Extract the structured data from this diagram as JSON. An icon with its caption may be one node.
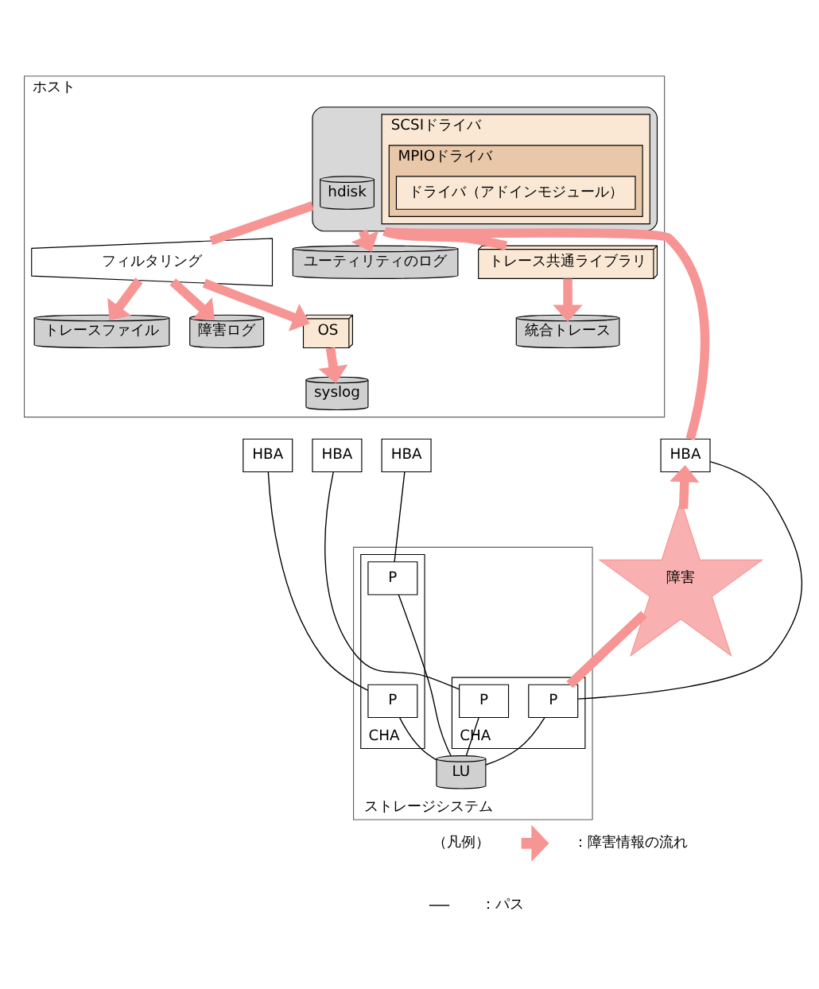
{
  "diagram": {
    "nodes": [
      {
        "text": [
          "ホスト"
        ]
      },
      {
        "text": [
          "ユーティリティのログ"
        ],
        "in": 0
      },
      {
        "text": [
          "トレース共通ライブラリ"
        ],
        "in": 0
      },
      {
        "text": [
          "統合トレース"
        ],
        "in": 0
      },
      {
        "text": [],
        "shape": "box",
        "in": 0
      },
      {
        "text": [
          "hdisk"
        ],
        "in": 4
      },
      {
        "text": [
          "SCSIドライバ"
        ],
        "in": 4
      },
      {
        "text": [
          "MPIOドライバ"
        ],
        "in": 6
      },
      {
        "text": [
          "ドライバ（アドインモジュール）"
        ],
        "in": 7
      },
      {
        "text": [
          "フィルタリング"
        ],
        "in": 0
      },
      {
        "text": [
          "トレースファイル"
        ],
        "in": 0
      },
      {
        "text": [
          "障害ログ"
        ],
        "in": 0
      },
      {
        "text": [
          "OS"
        ],
        "in": 0
      },
      {
        "text": [
          "syslog"
        ],
        "in": 0
      },
      {
        "text": [
          "HBA"
        ]
      },
      {
        "text": [
          "HBA"
        ]
      },
      {
        "text": [
          "HBA"
        ]
      },
      {
        "text": [
          "HBA"
        ]
      },
      {
        "text": [
          "ストレージシステム"
        ]
      },
      {
        "text": [
          "CHA"
        ],
        "in": 18
      },
      {
        "text": [
          "P"
        ],
        "in": 19
      },
      {
        "text": [
          "P"
        ],
        "in": 19
      },
      {
        "text": [
          "CHA"
        ],
        "in": 18
      },
      {
        "text": [
          "P"
        ],
        "in": 22
      },
      {
        "text": [
          "P"
        ],
        "in": 22
      },
      {
        "text": [
          "LU"
        ],
        "in": 18
      },
      {
        "text": [
          "障害"
        ]
      }
    ],
    "edges": [
      {
        "from": 4,
        "to": 1,
        "arrow": "to"
      },
      {
        "from": 4,
        "to": 2,
        "arrow": "none"
      },
      {
        "from": 2,
        "to": 3,
        "arrow": "to"
      },
      {
        "from": 4,
        "to": 9,
        "arrow": "none"
      },
      {
        "from": 9,
        "to": 10,
        "arrow": "to"
      },
      {
        "from": 9,
        "to": 11,
        "arrow": "to"
      },
      {
        "from": 9,
        "to": 12,
        "arrow": "to"
      },
      {
        "from": 12,
        "to": 13,
        "arrow": "to"
      },
      {
        "from": 14,
        "to": 4,
        "arrow": "none"
      },
      {
        "from": 20,
        "to": 26,
        "arrow": "none"
      },
      {
        "from": 26,
        "to": 14,
        "arrow": "to"
      },
      {
        "from": 14,
        "to": 20,
        "arrow": "none",
        "color": "#000000"
      },
      {
        "from": 15,
        "to": 21,
        "arrow": "none",
        "color": "#000000"
      },
      {
        "from": 16,
        "to": 23,
        "arrow": "none",
        "color": "#000000"
      },
      {
        "from": 17,
        "to": 24,
        "arrow": "none",
        "color": "#000000"
      },
      {
        "from": 20,
        "to": 25,
        "arrow": "none",
        "color": "#000000"
      },
      {
        "from": 21,
        "to": 25,
        "arrow": "none",
        "color": "#000000"
      },
      {
        "from": 23,
        "to": 25,
        "arrow": "none",
        "color": "#000000"
      },
      {
        "from": 24,
        "to": 25,
        "arrow": "none",
        "color": "#000000"
      }
    ],
    "labels": [
      "（凡例）"
    ],
    "legend": [
      {
        "text": "：パス"
      },
      {
        "text": "：障害情報の流れ"
      }
    ]
  }
}
